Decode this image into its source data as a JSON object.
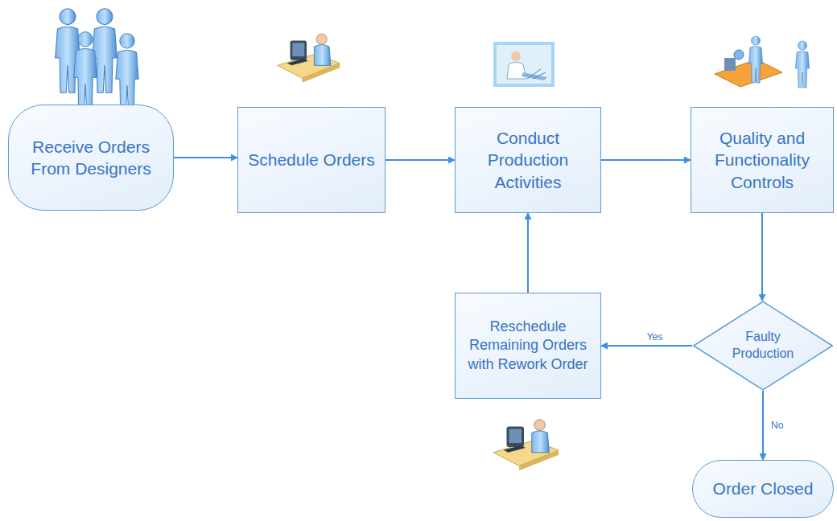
{
  "diagram": {
    "nodes": [
      {
        "text": [
          "Receive Orders From Designers"
        ]
      },
      {
        "text": [
          "Schedule Orders"
        ]
      },
      {
        "text": [
          "Conduct Production Activities"
        ]
      },
      {
        "text": [
          "Quality and Functionality Controls"
        ]
      },
      {
        "text": [
          "Faulty Production"
        ]
      },
      {
        "text": [
          "Reschedule Remaining Orders with Rework Order"
        ]
      },
      {
        "text": [
          "Order Closed"
        ]
      }
    ],
    "edges": [
      {
        "from": 0,
        "to": 1,
        "arrow": "to"
      },
      {
        "from": 1,
        "to": 2,
        "arrow": "to"
      },
      {
        "from": 2,
        "to": 3,
        "arrow": "to"
      },
      {
        "from": 3,
        "to": 4,
        "arrow": "to"
      },
      {
        "from": 4,
        "to": 5,
        "label": "Yes",
        "arrow": "to"
      },
      {
        "from": 5,
        "to": 2,
        "arrow": "to"
      },
      {
        "from": 4,
        "to": 6,
        "label": "No",
        "arrow": "to"
      }
    ]
  }
}
